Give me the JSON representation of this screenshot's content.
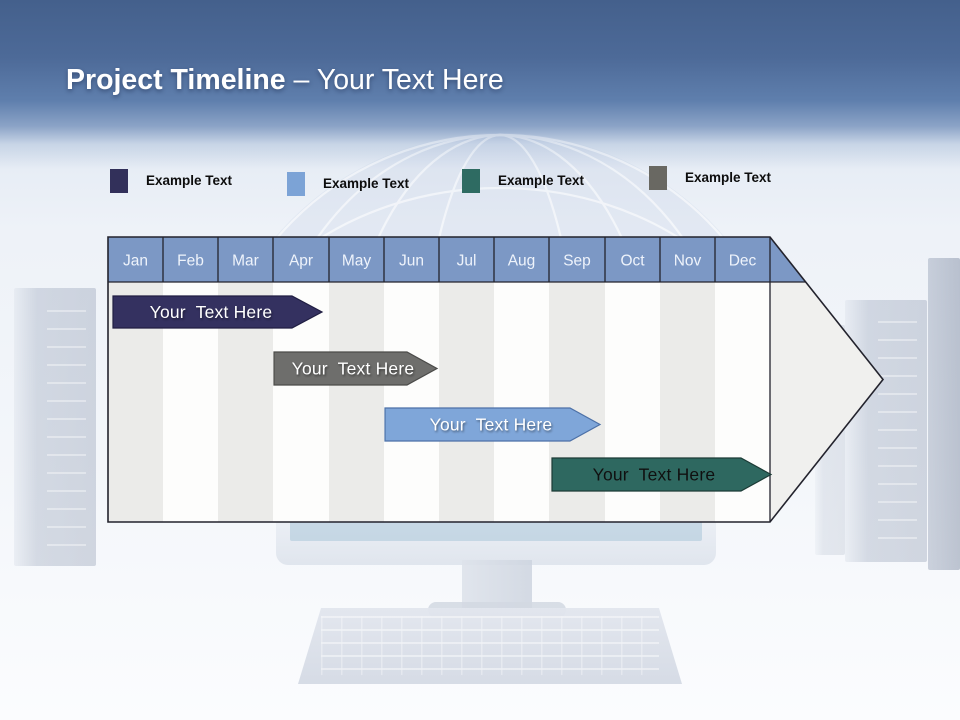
{
  "slide": {
    "title": {
      "primary": "Project Timeline",
      "secondary": " – Your Text Here"
    }
  },
  "legend": {
    "items": [
      {
        "label": "Example Text",
        "color": "#32305a"
      },
      {
        "label": "Example Text",
        "color": "#7ca3d6"
      },
      {
        "label": "Example Text",
        "color": "#2e6b62"
      },
      {
        "label": "Example Text",
        "color": "#696862"
      }
    ]
  },
  "timeline": {
    "months": [
      "Jan",
      "Feb",
      "Mar",
      "Apr",
      "May",
      "Jun",
      "Jul",
      "Aug",
      "Sep",
      "Oct",
      "Nov",
      "Dec"
    ],
    "header_color": "#7c98c5",
    "header_text_color": "#eef3fb",
    "stripe_gray": "#ebebe9",
    "stripe_white": "#fdfdfc",
    "arrow_fill": "#f0f0ee",
    "border_color": "#23232d",
    "bars": [
      {
        "label": "Your  Text Here",
        "fill": "#343160",
        "border": "#201e42",
        "text_color": "#ffffff",
        "start_month": "Jan",
        "end_month": "Mar"
      },
      {
        "label": "Your  Text Here",
        "fill": "#6e6e6c",
        "border": "#4b4b49",
        "text_color": "#ffffff",
        "start_month": "Apr",
        "end_month": "Jun"
      },
      {
        "label": "Your  Text Here",
        "fill": "#7fa6d9",
        "border": "#4d71a7",
        "text_color": "#ffffff",
        "start_month": "Jun",
        "end_month": "Sep"
      },
      {
        "label": "Your  Text Here",
        "fill": "#2e6860",
        "border": "#1c3b36",
        "text_color": "#101010",
        "start_month": "Sep",
        "end_month": "Dec"
      }
    ]
  }
}
